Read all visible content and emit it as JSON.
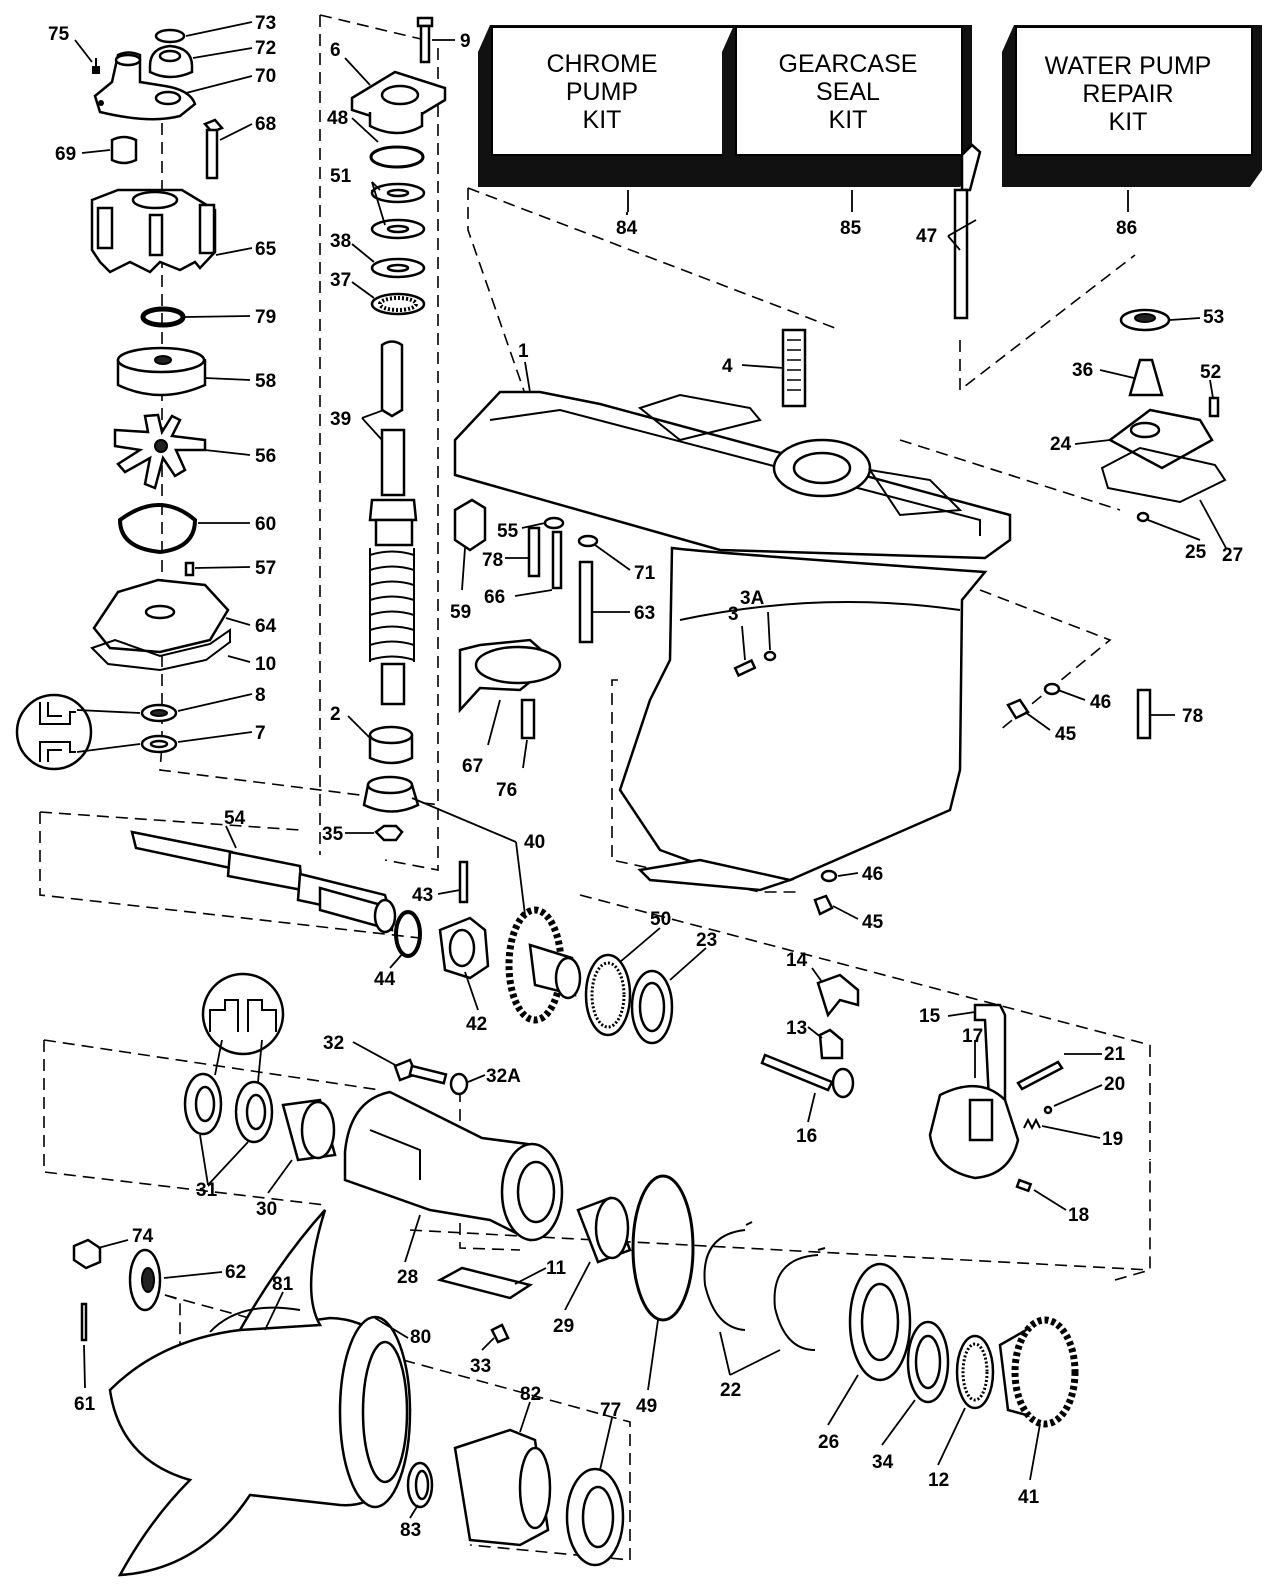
{
  "kits": [
    {
      "id": "84",
      "lines": [
        "CHROME",
        "PUMP",
        "KIT"
      ]
    },
    {
      "id": "85",
      "lines": [
        "GEARCASE",
        "SEAL",
        "KIT"
      ]
    },
    {
      "id": "86",
      "lines": [
        "WATER PUMP",
        "REPAIR",
        "KIT"
      ]
    }
  ],
  "labels": {
    "l75": "75",
    "l73": "73",
    "l72": "72",
    "l70": "70",
    "l69": "69",
    "l68": "68",
    "l65": "65",
    "l79": "79",
    "l58": "58",
    "l56": "56",
    "l60": "60",
    "l57": "57",
    "l64": "64",
    "l10": "10",
    "l8": "8",
    "l7": "7",
    "l9": "9",
    "l6": "6",
    "l48": "48",
    "l51": "51",
    "l38": "38",
    "l37": "37",
    "l39": "39",
    "l2": "2",
    "l35": "35",
    "l40": "40",
    "l54": "54",
    "l43": "43",
    "l44": "44",
    "l42": "42",
    "l50": "50",
    "l23": "23",
    "l84": "84",
    "l85": "85",
    "l86": "86",
    "l47": "47",
    "l1": "1",
    "l4": "4",
    "l53": "53",
    "l36": "36",
    "l52": "52",
    "l24": "24",
    "l25": "25",
    "l27": "27",
    "l55": "55",
    "l78a": "78",
    "l71": "71",
    "l66": "66",
    "l63": "63",
    "l59": "59",
    "l3A": "3A",
    "l3": "3",
    "l67": "67",
    "l76": "76",
    "l46a": "46",
    "l45a": "45",
    "l78b": "78",
    "l46b": "46",
    "l45b": "45",
    "l14": "14",
    "l13": "13",
    "l16": "16",
    "l15": "15",
    "l17": "17",
    "l21": "21",
    "l20": "20",
    "l19": "19",
    "l18": "18",
    "l32": "32",
    "l32A": "32A",
    "l31": "31",
    "l30": "30",
    "l28": "28",
    "l11": "11",
    "l29": "29",
    "l49": "49",
    "l22": "22",
    "l26": "26",
    "l34": "34",
    "l12": "12",
    "l41": "41",
    "l74": "74",
    "l62": "62",
    "l81": "81",
    "l80": "80",
    "l61": "61",
    "l33": "33",
    "l82": "82",
    "l77": "77",
    "l83": "83"
  }
}
